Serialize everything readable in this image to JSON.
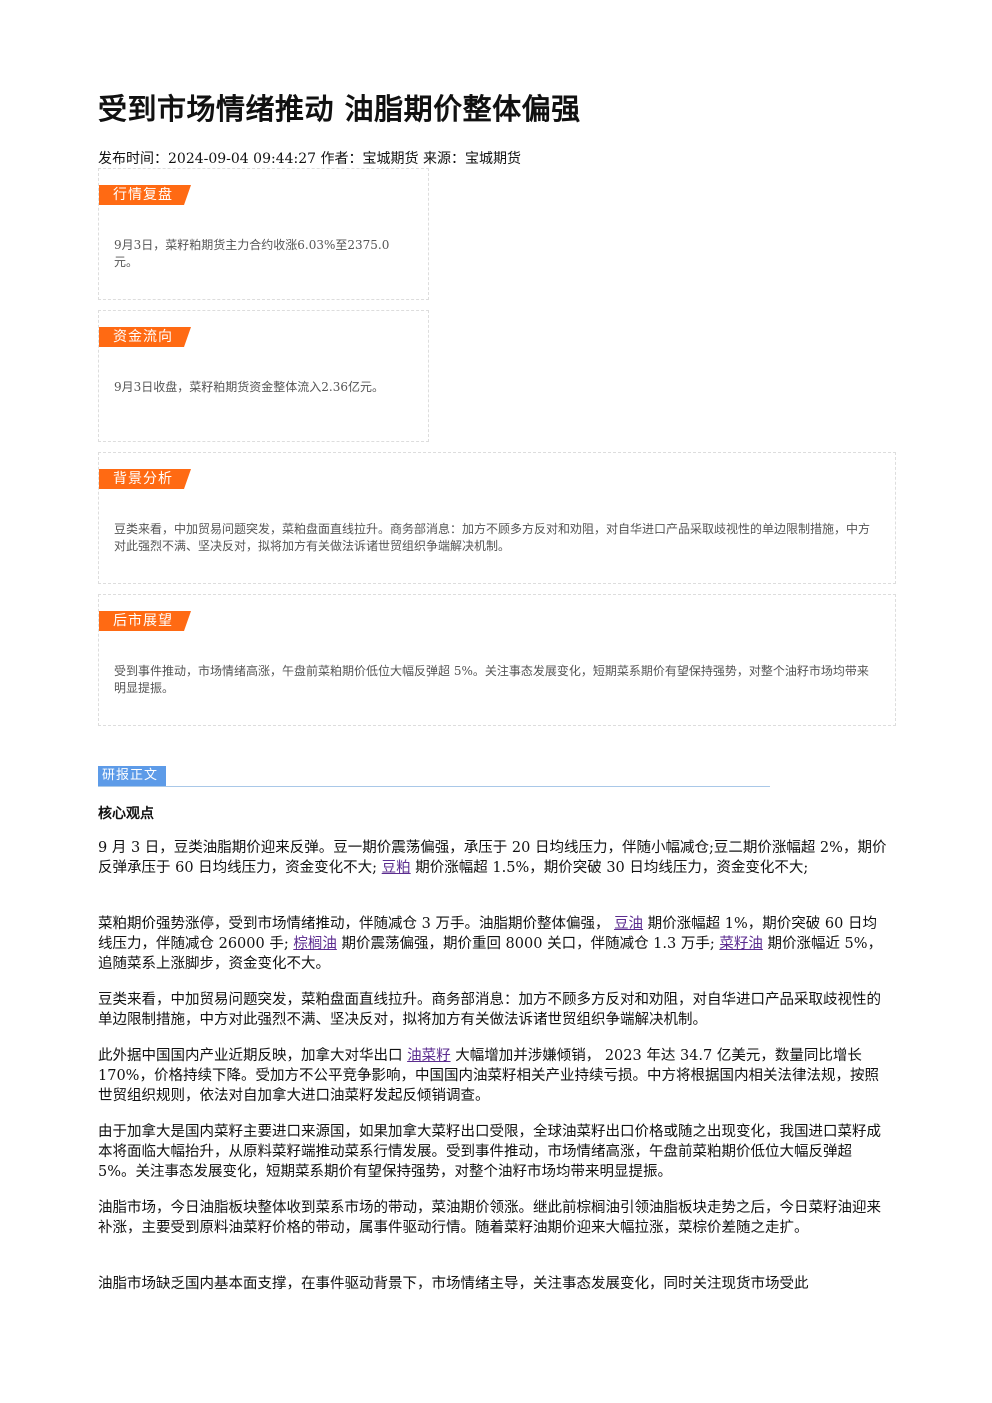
{
  "title": "受到市场情绪推动 油脂期价整体偏强",
  "meta": "发布时间：2024-09-04 09:44:27 作者：宝城期货 来源：宝城期货",
  "boxes": {
    "market": {
      "tag": "行情复盘",
      "text": "9月3日，菜籽粕期货主力合约收涨6.03%至2375.0元。"
    },
    "funds": {
      "tag": "资金流向",
      "text": "9月3日收盘，菜籽粕期货资金整体流入2.36亿元。"
    },
    "background": {
      "tag": "背景分析",
      "text": "豆类来看，中加贸易问题突发，菜粕盘面直线拉升。商务部消息：加方不顾多方反对和劝阻，对自华进口产品采取歧视性的单边限制措施，中方对此强烈不满、坚决反对，拟将加方有关做法诉诸世贸组织争端解决机制。"
    },
    "outlook": {
      "tag": "后市展望",
      "text": "受到事件推动，市场情绪高涨，午盘前菜粕期价低位大幅反弹超 5%。关注事态发展变化，短期菜系期价有望保持强势，对整个油籽市场均带来明显提振。"
    }
  },
  "section": {
    "tag": "研报正文",
    "core": "核心观点"
  },
  "paras": {
    "p1": {
      "a": "9 月 3 日，豆类油脂期价迎来反弹。豆一期价震荡偏强，承压于 20 日均线压力，伴随小幅减仓;豆二期价涨幅超 2%，期价反弹承压于 60 日均线压力，资金变化不大; ",
      "link1": "豆粕",
      "b": " 期价涨幅超 1.5%，期价突破 30 日均线压力，资金变化不大;"
    },
    "p2": {
      "a": "菜粕期价强势涨停，受到市场情绪推动，伴随减仓 3 万手。油脂期价整体偏强， ",
      "link1": "豆油",
      "b": " 期价涨幅超 1%，期价突破 60 日均线压力，伴随减仓 26000 手; ",
      "link2": "棕榈油",
      "c": " 期价震荡偏强，期价重回 8000 关口，伴随减仓 1.3 万手; ",
      "link3": "菜籽油",
      "d": " 期价涨幅近 5%，追随菜系上涨脚步，资金变化不大。"
    },
    "p3": "豆类来看，中加贸易问题突发，菜粕盘面直线拉升。商务部消息：加方不顾多方反对和劝阻，对自华进口产品采取歧视性的单边限制措施，中方对此强烈不满、坚决反对，拟将加方有关做法诉诸世贸组织争端解决机制。",
    "p4": {
      "a": "此外据中国国内产业近期反映，加拿大对华出口 ",
      "link1": "油菜籽",
      "b": " 大幅增加并涉嫌倾销， 2023 年达 34.7 亿美元，数量同比增长 170%，价格持续下降。受加方不公平竞争影响，中国国内油菜籽相关产业持续亏损。中方将根据国内相关法律法规，按照世贸组织规则，依法对自加拿大进口油菜籽发起反倾销调查。"
    },
    "p5": "由于加拿大是国内菜籽主要进口来源国，如果加拿大菜籽出口受限，全球油菜籽出口价格或随之出现变化，我国进口菜籽成本将面临大幅抬升，从原料菜籽端推动菜系行情发展。受到事件推动，市场情绪高涨，午盘前菜粕期价低位大幅反弹超 5%。关注事态发展变化，短期菜系期价有望保持强势，对整个油籽市场均带来明显提振。",
    "p6": "油脂市场，今日油脂板块整体收到菜系市场的带动，菜油期价领涨。继此前棕榈油引领油脂板块走势之后，今日菜籽油迎来补涨，主要受到原料油菜籽价格的带动，属事件驱动行情。随着菜籽油期价迎来大幅拉涨，菜棕价差随之走扩。",
    "p7": "油脂市场缺乏国内基本面支撑，在事件驱动背景下，市场情绪主导，关注事态发展变化，同时关注现货市场受此"
  }
}
